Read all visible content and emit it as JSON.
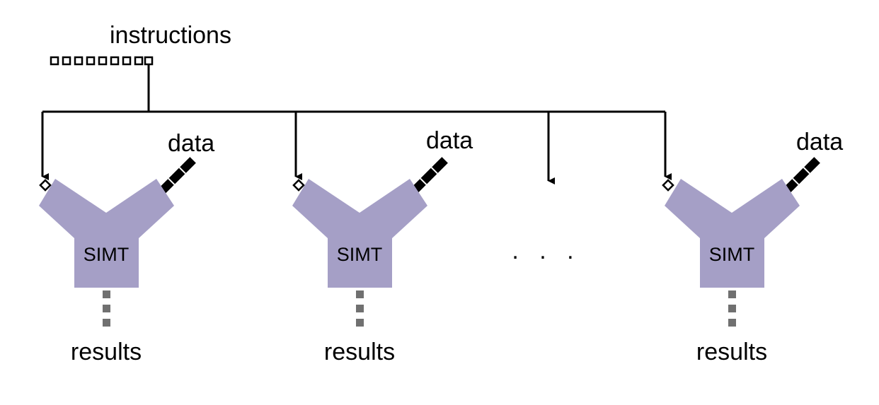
{
  "title": "instructions",
  "colors": {
    "unit_fill": "#a59fc6",
    "line": "#000000",
    "result_bar": "#707070",
    "background": "#ffffff"
  },
  "units": [
    {
      "label": "SIMT",
      "input_label": "data",
      "output_label": "results"
    },
    {
      "label": "SIMT",
      "input_label": "data",
      "output_label": "results"
    },
    {
      "label": "SIMT",
      "input_label": "data",
      "output_label": "results"
    }
  ],
  "ellipsis": ". . ."
}
